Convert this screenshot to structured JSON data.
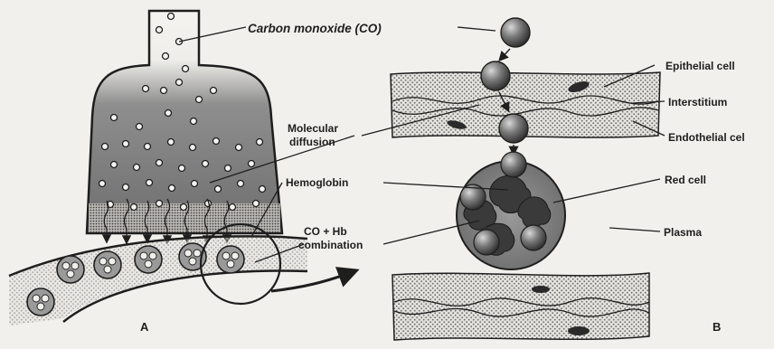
{
  "labels": {
    "carbon_monoxide": "Carbon monoxide (CO)",
    "epithelial_cell": "Epithelial cell",
    "interstitium": "Interstitium",
    "endothelial_cell": "Endothelial cel",
    "molecular_diffusion_1": "Molecular",
    "molecular_diffusion_2": "diffusion",
    "hemoglobin": "Hemoglobin",
    "red_cell": "Red cell",
    "combination_1": "CO + Hb",
    "combination_2": "combination",
    "plasma": "Plasma",
    "panel_a": "A",
    "panel_b": "B"
  },
  "colors": {
    "ink": "#1e1e1e",
    "background": "#f2f0ec",
    "stipple": "#6a6a6a",
    "hemoglobin": "#3a3a3a",
    "red_cell_fill": "#8c8c8c"
  }
}
